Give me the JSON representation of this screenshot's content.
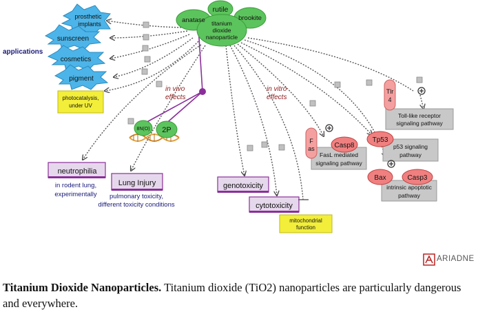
{
  "colors": {
    "green": "#5cc45c",
    "blue_star": "#4cb4e8",
    "purple": "#8a2f9a",
    "yellow": "#f2ee3a",
    "gray_box": "#c8c8c8",
    "pink": "#f08080",
    "edge": "#555555",
    "italic_red": "#8a1a1a"
  },
  "center": {
    "title": "titanium dioxide nanoparticle",
    "forms": [
      "anatase",
      "rutile",
      "brookite"
    ]
  },
  "applications": {
    "label": "applications",
    "items": [
      "prosthetic implants",
      "sunscreen",
      "cosmetics",
      "pigment"
    ],
    "photocatalysis": "photocatalysis, under UV"
  },
  "in_vivo": {
    "label": "in vivo effects",
    "dna_labels": [
      "8N(O)",
      "2P"
    ],
    "outcomes": [
      {
        "name": "neutrophilia",
        "note": "in rodent lung, experimentally"
      },
      {
        "name": "Lung Injury",
        "note": "pulmonary toxicity, different toxicity conditions"
      }
    ]
  },
  "in_vitro": {
    "label": "in vitro effects",
    "outcomes": [
      "genotoxicity",
      "cytotoxicity"
    ],
    "mito": "mitochondrial function"
  },
  "pathways": {
    "fas": {
      "receptor": "Fas",
      "protein": "Casp8",
      "box": "FasL mediated signaling pathway"
    },
    "tp53": {
      "protein": "Tp53",
      "box": "p53 signaling pathway"
    },
    "tlr": {
      "receptor": "Tlr 4",
      "box": "Toll-like receptor signaling pathway"
    },
    "apoptotic": {
      "proteins": [
        "Bax",
        "Casp3"
      ],
      "box": "intrinsic apoptotic pathway"
    }
  },
  "brand": "ARIADNE",
  "caption": {
    "bold": "Titanium Dioxide Nanoparticles.",
    "text": " Titanium dioxide (TiO2) nanoparticles are particularly dangerous and everywhere."
  }
}
